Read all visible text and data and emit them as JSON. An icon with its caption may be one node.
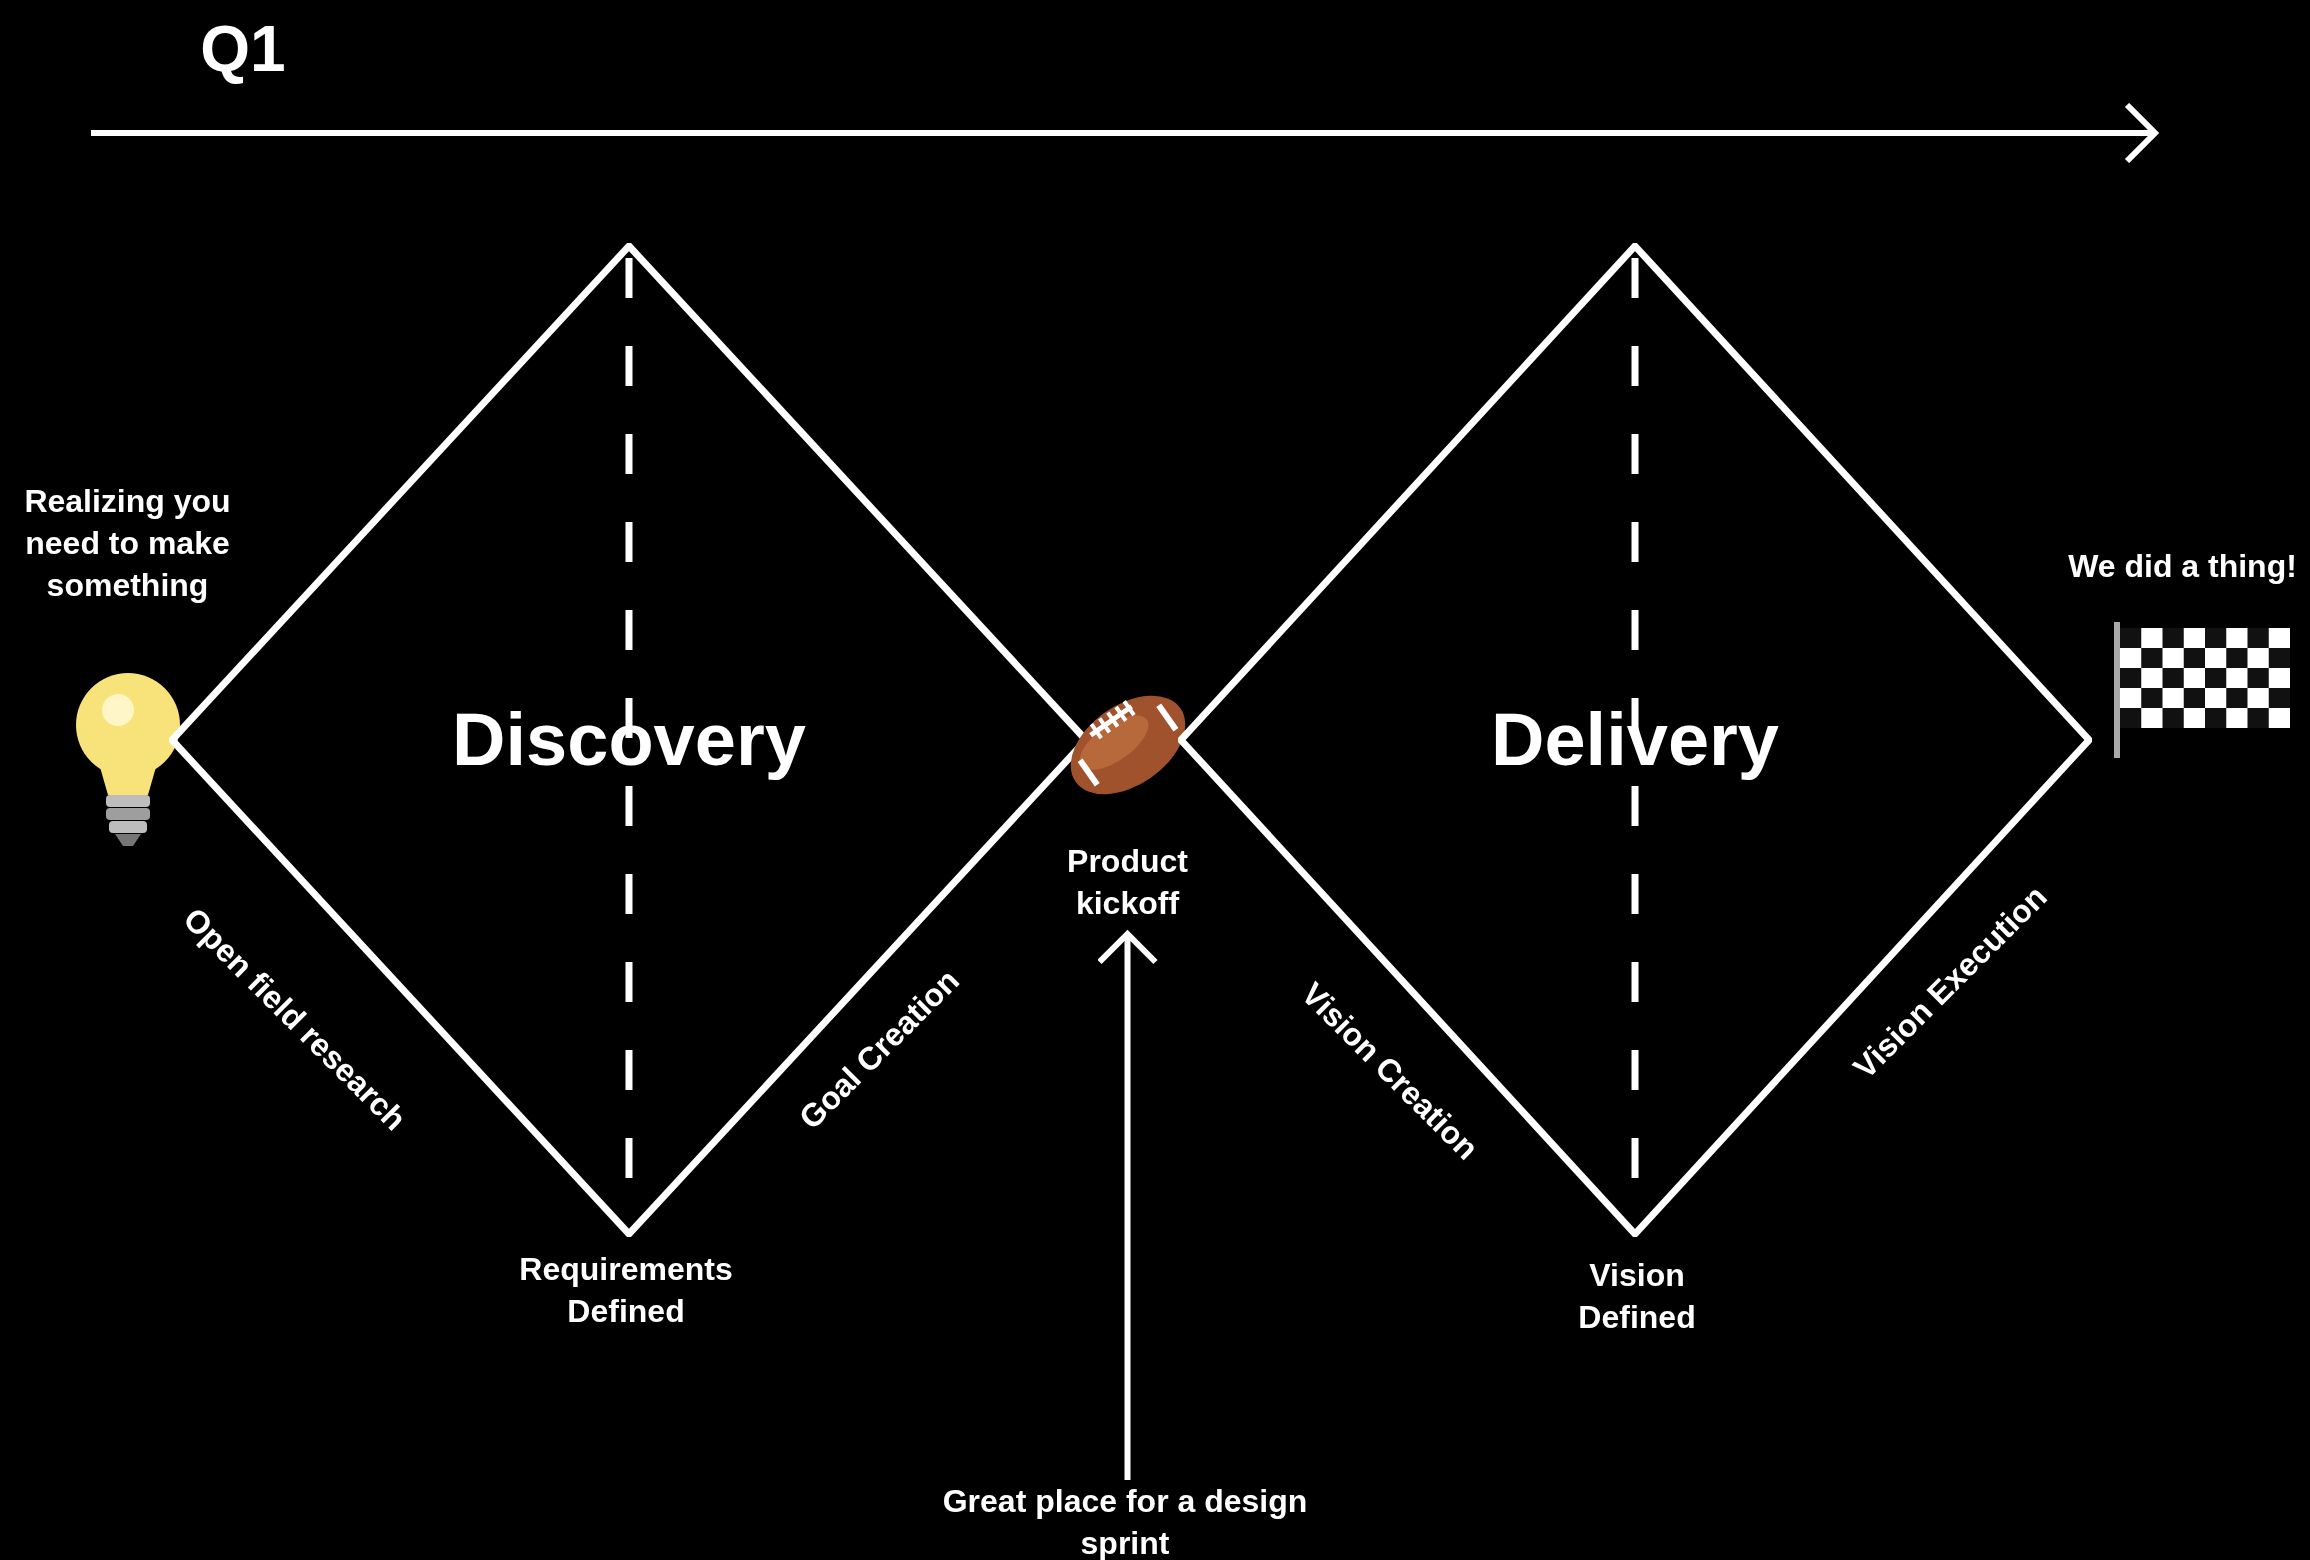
{
  "diagram": {
    "nodes": [
      {
        "text": [
          "Realizing you need to make something"
        ]
      },
      {
        "text": [
          "Discovery"
        ]
      },
      {
        "text": [
          "Product kickoff"
        ]
      },
      {
        "text": [
          "Delivery"
        ]
      },
      {
        "text": [
          "We did a thing!"
        ]
      },
      {
        "text": [
          "Great place for a design sprint"
        ]
      }
    ],
    "edges": [
      {
        "from": 5,
        "to": 2,
        "arrow": "to"
      }
    ],
    "labels": [
      "Q1",
      "Open field research",
      "Goal Creation",
      "Requirements Defined",
      "Vision Creation",
      "Vision Execution",
      "Vision Defined"
    ]
  }
}
